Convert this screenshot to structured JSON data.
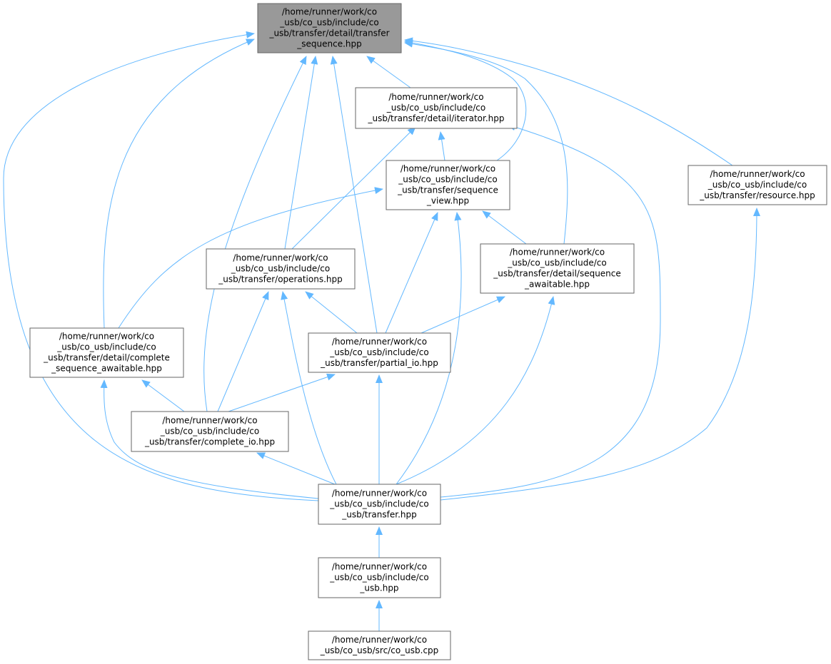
{
  "colors": {
    "edge": "#63b8ff",
    "node_border": "#666666",
    "node_fill": "#ffffff",
    "root_fill": "#999999",
    "text": "#000000"
  },
  "nodes": [
    {
      "id": "sequence",
      "lines": [
        "/home/runner/work/co",
        "_usb/co_usb/include/co",
        "_usb/transfer/detail/transfer",
        "_sequence.hpp"
      ],
      "highlight": true
    },
    {
      "id": "iterator",
      "lines": [
        "/home/runner/work/co",
        "_usb/co_usb/include/co",
        "_usb/transfer/detail/iterator.hpp"
      ]
    },
    {
      "id": "sequence_view",
      "lines": [
        "/home/runner/work/co",
        "_usb/co_usb/include/co",
        "_usb/transfer/sequence",
        "_view.hpp"
      ]
    },
    {
      "id": "resource",
      "lines": [
        "/home/runner/work/co",
        "_usb/co_usb/include/co",
        "_usb/transfer/resource.hpp"
      ]
    },
    {
      "id": "operations",
      "lines": [
        "/home/runner/work/co",
        "_usb/co_usb/include/co",
        "_usb/transfer/operations.hpp"
      ]
    },
    {
      "id": "sequence_awaitable",
      "lines": [
        "/home/runner/work/co",
        "_usb/co_usb/include/co",
        "_usb/transfer/detail/sequence",
        "_awaitable.hpp"
      ]
    },
    {
      "id": "complete_sequence_awaitable",
      "lines": [
        "/home/runner/work/co",
        "_usb/co_usb/include/co",
        "_usb/transfer/detail/complete",
        "_sequence_awaitable.hpp"
      ]
    },
    {
      "id": "partial_io",
      "lines": [
        "/home/runner/work/co",
        "_usb/co_usb/include/co",
        "_usb/transfer/partial_io.hpp"
      ]
    },
    {
      "id": "complete_io",
      "lines": [
        "/home/runner/work/co",
        "_usb/co_usb/include/co",
        "_usb/transfer/complete_io.hpp"
      ]
    },
    {
      "id": "transfer",
      "lines": [
        "/home/runner/work/co",
        "_usb/co_usb/include/co",
        "_usb/transfer.hpp"
      ]
    },
    {
      "id": "co_usb_hpp",
      "lines": [
        "/home/runner/work/co",
        "_usb/co_usb/include/co",
        "_usb.hpp"
      ]
    },
    {
      "id": "co_usb_cpp",
      "lines": [
        "/home/runner/work/co",
        "_usb/co_usb/src/co_usb.cpp"
      ]
    }
  ],
  "edges": [
    {
      "from": "iterator",
      "to": "sequence"
    },
    {
      "from": "sequence_view",
      "to": "sequence"
    },
    {
      "from": "resource",
      "to": "sequence"
    },
    {
      "from": "operations",
      "to": "sequence"
    },
    {
      "from": "sequence_awaitable",
      "to": "sequence"
    },
    {
      "from": "complete_sequence_awaitable",
      "to": "sequence"
    },
    {
      "from": "partial_io",
      "to": "sequence"
    },
    {
      "from": "complete_io",
      "to": "sequence"
    },
    {
      "from": "transfer",
      "to": "sequence"
    },
    {
      "from": "sequence_view",
      "to": "iterator"
    },
    {
      "from": "operations",
      "to": "iterator"
    },
    {
      "from": "transfer",
      "to": "iterator"
    },
    {
      "from": "complete_sequence_awaitable",
      "to": "sequence_view"
    },
    {
      "from": "sequence_awaitable",
      "to": "sequence_view"
    },
    {
      "from": "partial_io",
      "to": "sequence_view"
    },
    {
      "from": "transfer",
      "to": "sequence_view"
    },
    {
      "from": "transfer",
      "to": "resource"
    },
    {
      "from": "partial_io",
      "to": "operations"
    },
    {
      "from": "complete_io",
      "to": "operations"
    },
    {
      "from": "transfer",
      "to": "operations"
    },
    {
      "from": "partial_io",
      "to": "sequence_awaitable"
    },
    {
      "from": "transfer",
      "to": "sequence_awaitable"
    },
    {
      "from": "complete_io",
      "to": "complete_sequence_awaitable"
    },
    {
      "from": "transfer",
      "to": "complete_sequence_awaitable"
    },
    {
      "from": "complete_io",
      "to": "partial_io"
    },
    {
      "from": "transfer",
      "to": "partial_io"
    },
    {
      "from": "transfer",
      "to": "complete_io"
    },
    {
      "from": "co_usb_hpp",
      "to": "transfer"
    },
    {
      "from": "co_usb_cpp",
      "to": "co_usb_hpp"
    }
  ]
}
